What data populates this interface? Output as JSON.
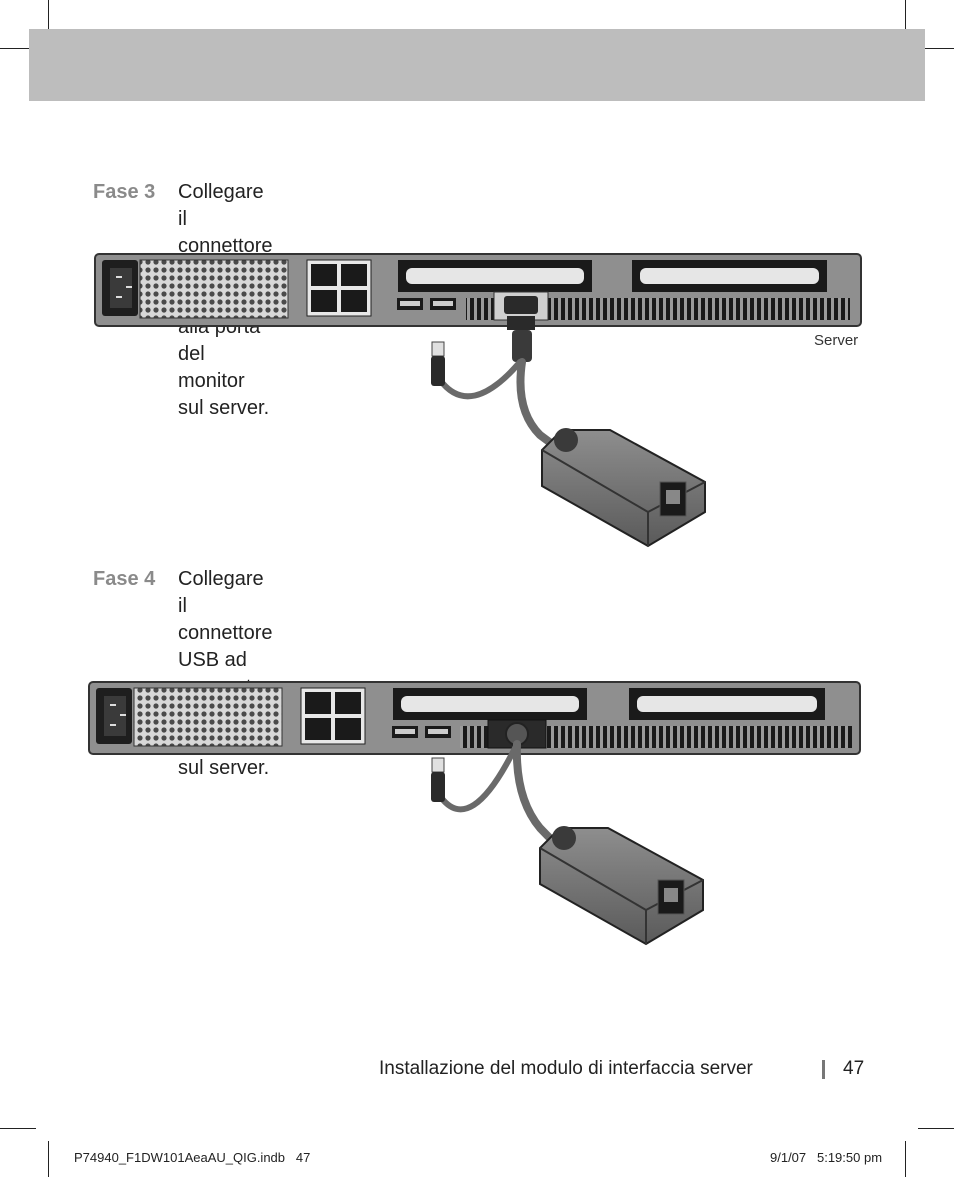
{
  "step3": {
    "label": "Fase 3",
    "text": "Collegare il connettore VGA del modulo alla porta del monitor\nsul server."
  },
  "figure1": {
    "server_label": "Server"
  },
  "step4": {
    "label": "Fase 4",
    "text": "Collegare il connettore USB ad una porta USB disponibile sul server."
  },
  "footer": {
    "title": "Installazione del modulo di interfaccia server",
    "page_number": "47"
  },
  "slug": {
    "file": "P74940_F1DW101AeaAU_QIG.indb   47",
    "datetime": "9/1/07   5:19:50 pm"
  }
}
